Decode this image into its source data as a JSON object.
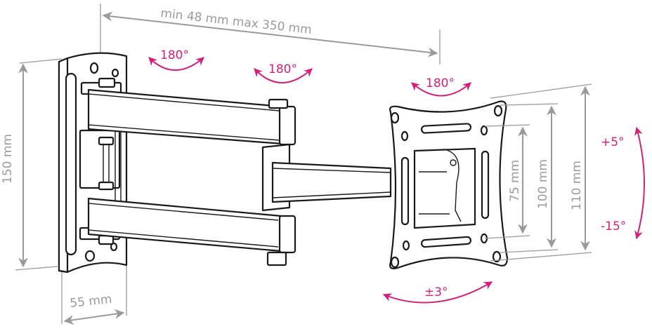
{
  "diagram": {
    "subject": "Full-motion TV wall mount bracket with dimensions",
    "colors": {
      "dimension": "#9a9a9a",
      "angle": "#d4207a",
      "outline": "#1a1a1a",
      "background": "#ffffff"
    },
    "dimensions": {
      "extension": "min 48 mm max 350 mm",
      "wall_plate_height": "150 mm",
      "wall_plate_depth": "55 mm",
      "vesa_small": "75 mm",
      "vesa_large": "100 mm",
      "plate_height": "110 mm"
    },
    "angles": {
      "swivel_wall": "180°",
      "swivel_arm": "180°",
      "swivel_head": "180°",
      "tilt_up": "+5°",
      "tilt_down": "-15°",
      "rotation": "±3°"
    }
  }
}
